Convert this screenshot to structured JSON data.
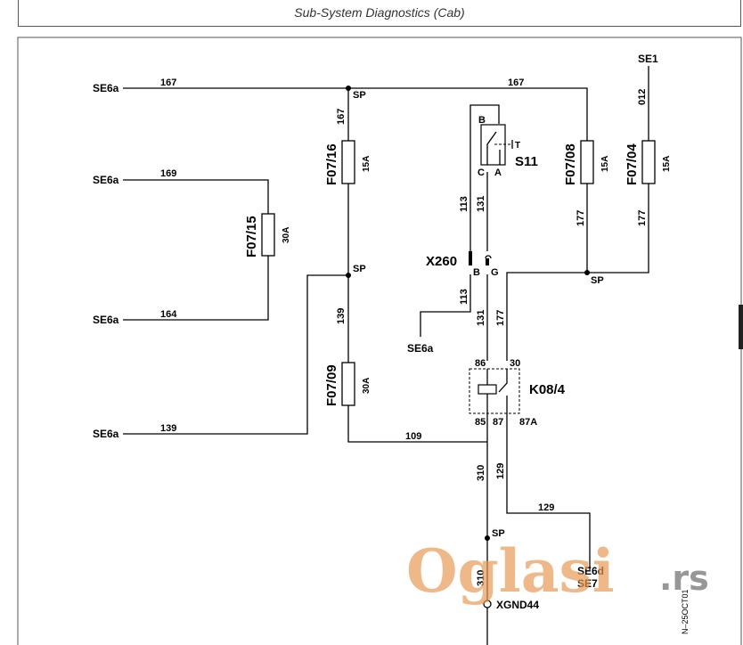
{
  "header": {
    "title": "Sub-System Diagnostics (Cab)"
  },
  "connectors": {
    "se6a_1": "SE6a",
    "se6a_2": "SE6a",
    "se6a_3": "SE6a",
    "se6a_4": "SE6a",
    "se6a_5": "SE6a",
    "se1": "SE1",
    "se6d": "SE6d",
    "se7": "SE7",
    "xgnd": "XGND44",
    "x260": "X260"
  },
  "splices": {
    "sp1": "SP",
    "sp2": "SP",
    "sp3": "SP",
    "sp4": "SP"
  },
  "fuses": {
    "f07_16": {
      "name": "F07/16",
      "rating": "15A"
    },
    "f07_15": {
      "name": "F07/15",
      "rating": "30A"
    },
    "f07_09": {
      "name": "F07/09",
      "rating": "30A"
    },
    "f07_08": {
      "name": "F07/08",
      "rating": "15A"
    },
    "f07_04": {
      "name": "F07/04",
      "rating": "15A"
    }
  },
  "switch_s11": {
    "name": "S11",
    "pin_b": "B",
    "pin_c": "C",
    "pin_a": "A",
    "actuator": "T"
  },
  "relay_k08": {
    "name": "K08/4",
    "pin_86": "86",
    "pin_30": "30",
    "pin_85": "85",
    "pin_87": "87",
    "pin_87a": "87A"
  },
  "x260_pins": {
    "b": "B",
    "g": "G"
  },
  "wires": {
    "w167_a": "167",
    "w167_b": "167",
    "w167_c": "167",
    "w169": "169",
    "w164": "164",
    "w139_a": "139",
    "w139_b": "139",
    "w109": "109",
    "w113_a": "113",
    "w113_b": "113",
    "w131_a": "131",
    "w131_b": "131",
    "w177_a": "177",
    "w177_b": "177",
    "w177_c": "177",
    "w012": "012",
    "w310_a": "310",
    "w310_b": "310",
    "w129_a": "129",
    "w129_b": "129"
  },
  "side_label": "N–25OCT01",
  "watermark": {
    "brand": "Oglasi",
    "suffix": ".rs"
  }
}
